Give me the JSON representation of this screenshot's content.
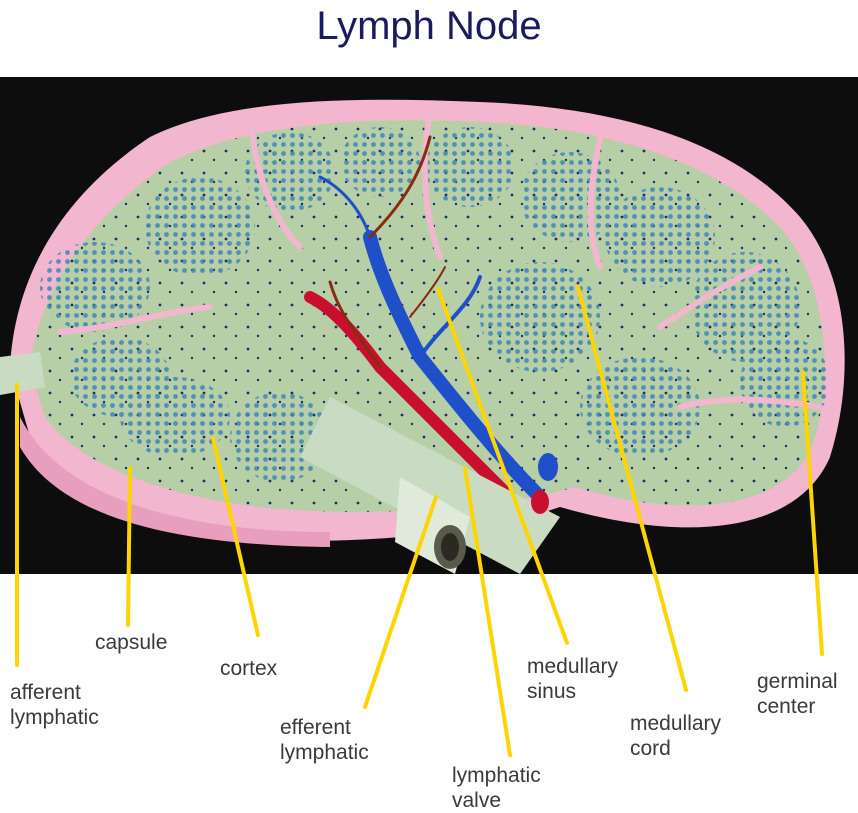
{
  "title": "Lymph Node",
  "labels": {
    "afferent_lymphatic": "afferent\nlymphatic",
    "capsule": "capsule",
    "cortex": "cortex",
    "efferent_lymphatic": "efferent\nlymphatic",
    "lymphatic_valve": "lymphatic\nvalve",
    "medullary_sinus": "medullary\nsinus",
    "medullary_cord": "medullary\ncord",
    "germinal_center": "germinal\ncenter"
  },
  "colors": {
    "leader": "#ffd400",
    "capsule_pink": "#f2b6cf",
    "tissue_green": "#b7cfa6",
    "follicle_blue": "#3f86b8",
    "artery_red": "#c8102e",
    "vein_blue": "#1f4fc9",
    "background": "#0e0d0d"
  }
}
